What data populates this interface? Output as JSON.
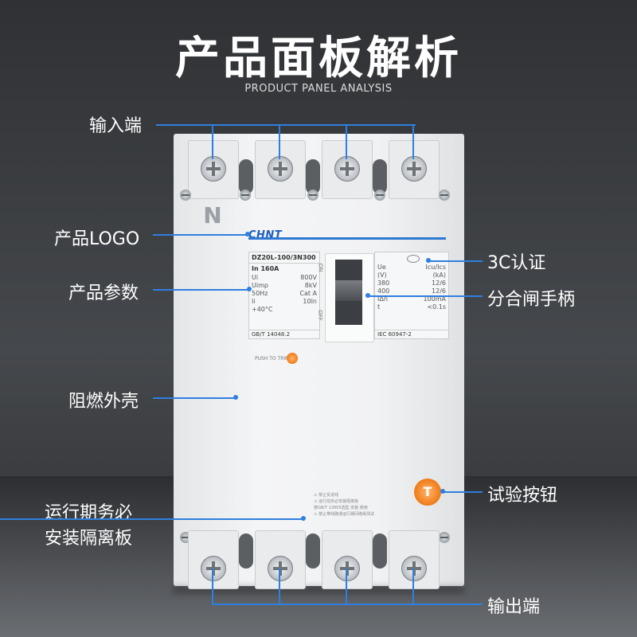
{
  "header": {
    "title": "产品面板解析",
    "subtitle": "PRODUCT PANEL ANALYSIS"
  },
  "callouts": {
    "input_terminal": "输入端",
    "product_logo": "产品LOGO",
    "product_params": "产品参数",
    "flame_shell": "阻燃外壳",
    "isolation_line1": "运行期务必",
    "isolation_line2": "安装隔离板",
    "ccc_cert": "3C认证",
    "handle": "分合闸手柄",
    "test_button": "试验按钮",
    "output_terminal": "输出端"
  },
  "product": {
    "pole_mark": "N",
    "brand": "CHNT",
    "model": "DZ20L-100/3N300",
    "rated_current": "In  160A",
    "specs_left": [
      {
        "k": "Ui",
        "v": "800V"
      },
      {
        "k": "Uimp",
        "v": "8kV"
      },
      {
        "k": "50Hz",
        "v": "Cat A"
      },
      {
        "k": "Ii",
        "v": "10In"
      },
      {
        "k": "+40°C",
        "v": ""
      }
    ],
    "standard_left": "GB/T 14048.2",
    "specs_right": [
      {
        "k": "Ue",
        "v": "Icu/Ics"
      },
      {
        "k": "(V)",
        "v": "(kA)"
      },
      {
        "k": "380",
        "v": "12/6"
      },
      {
        "k": "400",
        "v": "12/6"
      },
      {
        "k": "IΔn",
        "v": "100mA"
      },
      {
        "k": "t",
        "v": "<0.1s"
      }
    ],
    "standard_right": "IEC 60947-2",
    "handle_on": "ON",
    "handle_off": "OFF",
    "push_to_trip": "PUSH TO TRIP",
    "test_letter": "T",
    "warning_lines": [
      "⚠ 禁止反进线",
      "⚠ 运行前务必安装隔离板",
      "按GB/T 13955选型 安装 使用",
      "⚠ 禁止带线路通运行期间绝缘测试"
    ]
  },
  "colors": {
    "accent_blue": "#2f7fe0",
    "brand_blue": "#1f5fbf",
    "button_orange": "#ef7a15"
  }
}
